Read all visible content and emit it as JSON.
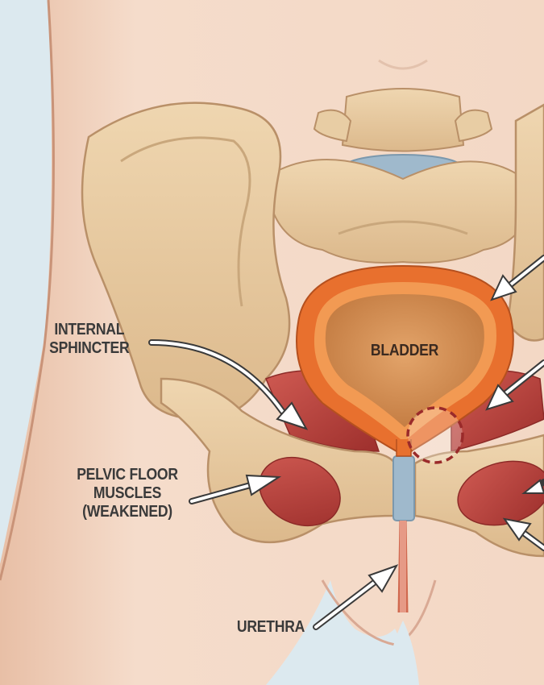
{
  "labels": {
    "internal_sphincter": [
      "INTERNAL",
      "SPHINCTER"
    ],
    "pelvic_floor": [
      "PELVIC FLOOR",
      "MUSCLES",
      "(WEAKENED)"
    ],
    "bladder": "BLADDER",
    "urethra": "URETHRA"
  },
  "colors": {
    "background": "#dce9ef",
    "skin": "#f2d6c2",
    "bone": "#e6caa0",
    "bone_shadow": "#c9a77c",
    "muscle": "#b9403c",
    "bladder_wall": "#e8702e",
    "bladder_inner": "#d08a4e",
    "cartilage": "#9fb9cc",
    "dashed_circle": "#9a2a2a"
  },
  "icons": [
    "arrow-icon",
    "dashed-circle-marker"
  ]
}
